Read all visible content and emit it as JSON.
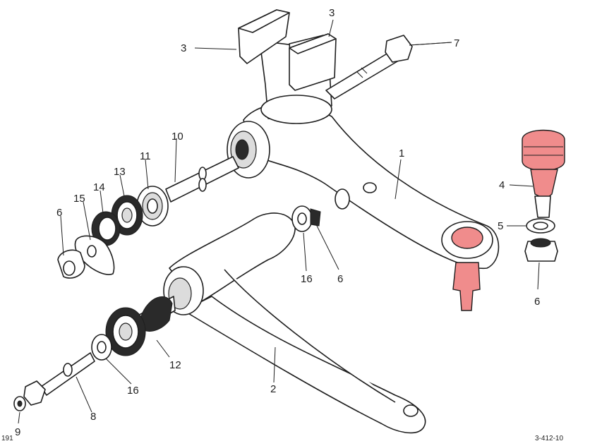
{
  "figure_code": "3-412-10",
  "page_ref": "191",
  "highlight_color": "#f08c8c",
  "callouts": {
    "c1": "1",
    "c2": "2",
    "c3a": "3",
    "c3b": "3",
    "c4": "4",
    "c5": "5",
    "c6a": "6",
    "c6b": "6",
    "c6c": "6",
    "c7": "7",
    "c8": "8",
    "c9": "9",
    "c10": "10",
    "c11": "11",
    "c12": "12",
    "c13": "13",
    "c14": "14",
    "c15": "15",
    "c16a": "16",
    "c16b": "16"
  }
}
